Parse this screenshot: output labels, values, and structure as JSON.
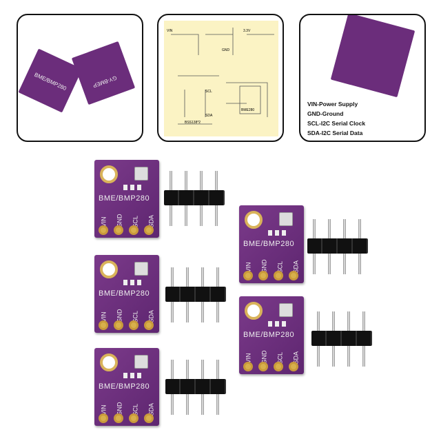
{
  "board": {
    "model": "BME/BMP280",
    "pins": [
      "VIN",
      "GND",
      "SCL",
      "SDA"
    ],
    "color": "#6b2d7b"
  },
  "panel_left": {
    "board_labels": [
      "BME/BMP280",
      "GY-BMEP"
    ]
  },
  "panel_right": {
    "pinout": [
      "VIN-Power Supply",
      "GND-Ground",
      "SCL-I2C Serial Clock",
      "SDA-I2C Serial Data"
    ]
  },
  "schematic": {
    "labels": [
      "VIN",
      "3.3V",
      "GND",
      "SCL",
      "SDA",
      "BSS138*2",
      "BME280"
    ]
  }
}
